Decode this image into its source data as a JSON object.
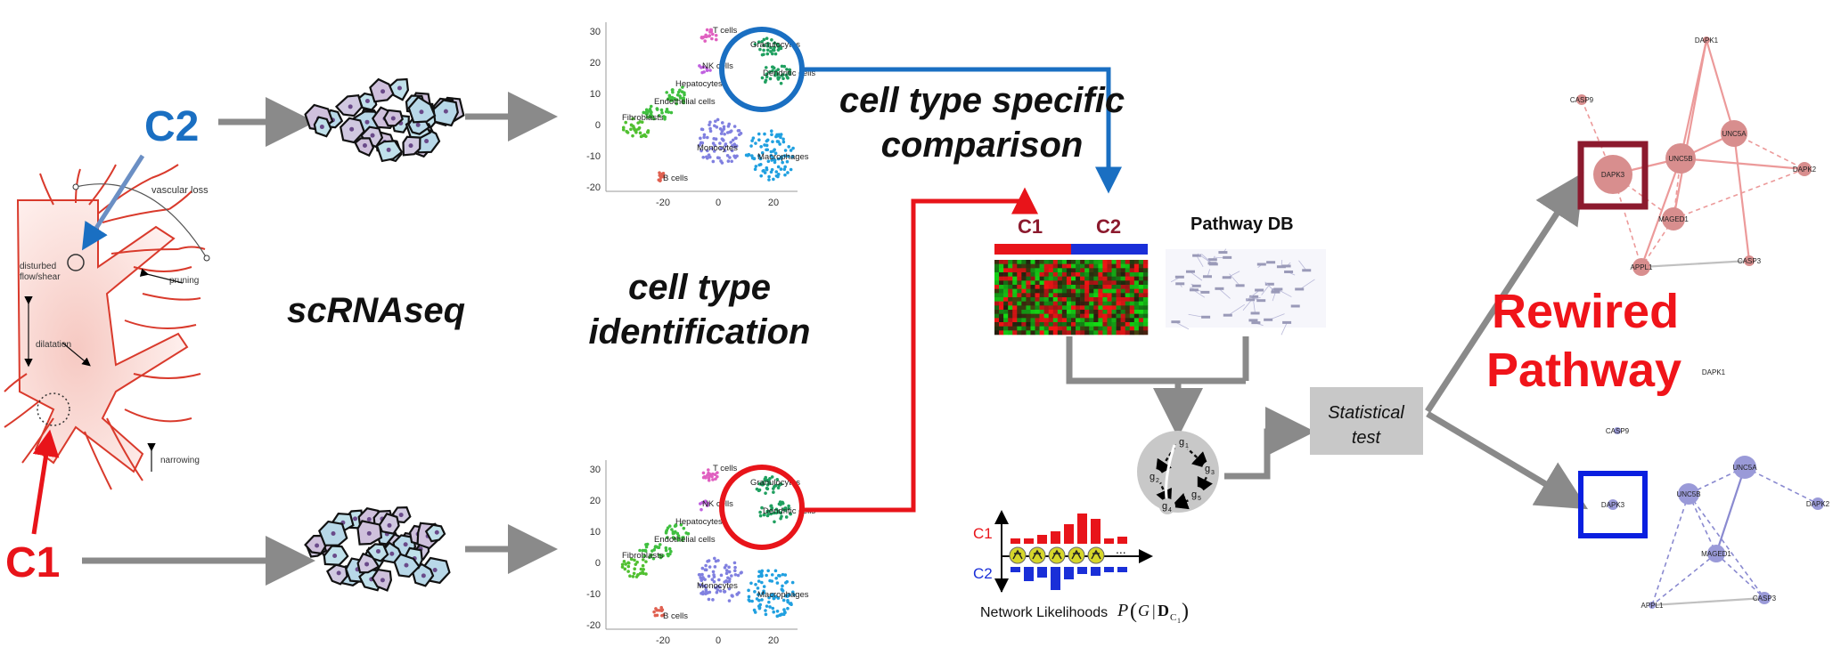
{
  "labels": {
    "c2": "C2",
    "c1": "C1",
    "scrnaseq": "scRNAseq",
    "cell_type_identification": [
      "cell type",
      "identification"
    ],
    "cell_type_specific_comparison": [
      "cell type specific",
      "comparison"
    ],
    "heatmap_c1": "C1",
    "heatmap_c2": "C2",
    "pathway_db": "Pathway DB",
    "statistical_test": [
      "Statistical",
      "test"
    ],
    "rewired_pathway": [
      "Rewired",
      "Pathway"
    ],
    "likelihood_c1": "C1",
    "likelihood_c2": "C2",
    "network_likelihoods": "Network Likelihoods",
    "formula_p": "P",
    "formula_g": "G",
    "formula_d": "D",
    "formula_sub": "C",
    "formula_subsub": "1",
    "likelihood_ellipsis": "..."
  },
  "vessel_labels": {
    "vascular_loss": "vascular loss",
    "disturbed": "disturbed",
    "flow_shear": "flow/shear",
    "pruning": "pruning",
    "dilatation": "dilatation",
    "narrowing": "narrowing"
  },
  "tsne_plots": [
    {
      "id": "top",
      "y_ticks": [
        "30",
        "20",
        "10",
        "0",
        "-10",
        "-20"
      ],
      "x_ticks": [
        "-20",
        "0",
        "20"
      ],
      "clusters": {
        "t_cells": "T cells",
        "granulocytes": "Granulocytes",
        "nk_cells": "NK cells",
        "dendritic_cells": "Dendritic cells",
        "hepatocytes": "Hepatocytes",
        "endothelial_cells": "Endothelial cells",
        "fibroblasts": "Fibroblasts",
        "monocytes": "Monocytes",
        "macrophages": "Macrophages",
        "b_cells": "B cells"
      }
    },
    {
      "id": "bottom",
      "y_ticks": [
        "30",
        "20",
        "10",
        "0",
        "-10",
        "-20"
      ],
      "x_ticks": [
        "-20",
        "0",
        "20"
      ],
      "clusters": {
        "t_cells": "T cells",
        "granulocytes": "Granulocytes",
        "nk_cells": "NK cells",
        "dendritic_cells": "Dendritic cells",
        "hepatocytes": "Hepatocytes",
        "endothelial_cells": "Endothelial cells",
        "fibroblasts": "Fibroblasts",
        "monocytes": "Monocytes",
        "macrophages": "Macrophages",
        "b_cells": "B cells"
      }
    }
  ],
  "network_nodes": {
    "g1": "g",
    "g1_sub": "1",
    "g2": "g",
    "g2_sub": "2",
    "g3": "g",
    "g3_sub": "3",
    "g4": "g",
    "g4_sub": "4",
    "g5": "g",
    "g5_sub": "5"
  },
  "red_pathway": {
    "DAPK1": "DAPK1",
    "CASP9": "CASP9",
    "UNC5A": "UNC5A",
    "DAPK3": "DAPK3",
    "UNC5B": "UNC5B",
    "DAPK2": "DAPK2",
    "MAGED1": "MAGED1",
    "APPL1": "APPL1",
    "CASP3": "CASP3"
  },
  "blue_pathway": {
    "DAPK1": "DAPK1",
    "CASP9": "CASP9",
    "UNC5A": "UNC5A",
    "DAPK3": "DAPK3",
    "UNC5B": "UNC5B",
    "DAPK2": "DAPK2",
    "MAGED1": "MAGED1",
    "APPL1": "APPL1",
    "CASP3": "CASP3"
  },
  "colors": {
    "c1_red": "#e8141a",
    "c2_blue": "#1a6fc2",
    "arrow_gray": "#8a8a8a",
    "vessel_red": "#d93a2c",
    "rewired_red": "#f0141a",
    "highlight_maroon": "#8c1a2e",
    "highlight_blue": "#0a1fe0",
    "red_node": "#d88e8e",
    "blue_node": "#9a9ad8"
  }
}
